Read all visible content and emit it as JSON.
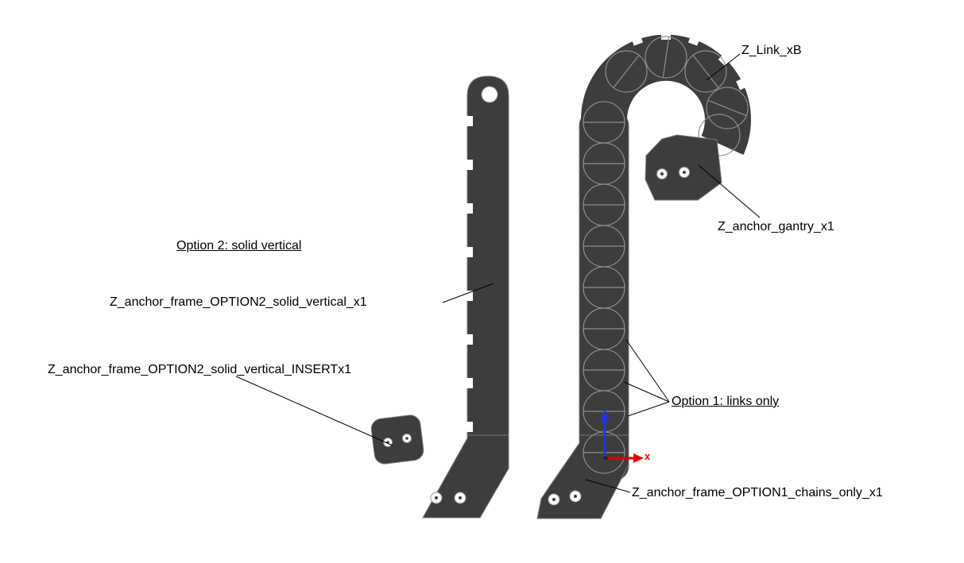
{
  "labels": {
    "z_link": "Z_Link_xB",
    "z_anchor_gantry": "Z_anchor_gantry_x1",
    "option2_heading": "Option 2: solid vertical",
    "frame_option2": "Z_anchor_frame_OPTION2_solid_vertical_x1",
    "frame_option2_insert": "Z_anchor_frame_OPTION2_solid_vertical_INSERTx1",
    "option1_heading": "Option 1: links only",
    "frame_option1": "Z_anchor_frame_OPTION1_chains_only_x1",
    "axis_x": "x"
  },
  "colors": {
    "background": "#ffffff",
    "part_fill": "#3d3d3d",
    "part_edge": "#787878",
    "screw_edge": "#8f8f8f",
    "leader": "#000000",
    "axis_x": "#e10000",
    "axis_z": "#2233dd"
  }
}
